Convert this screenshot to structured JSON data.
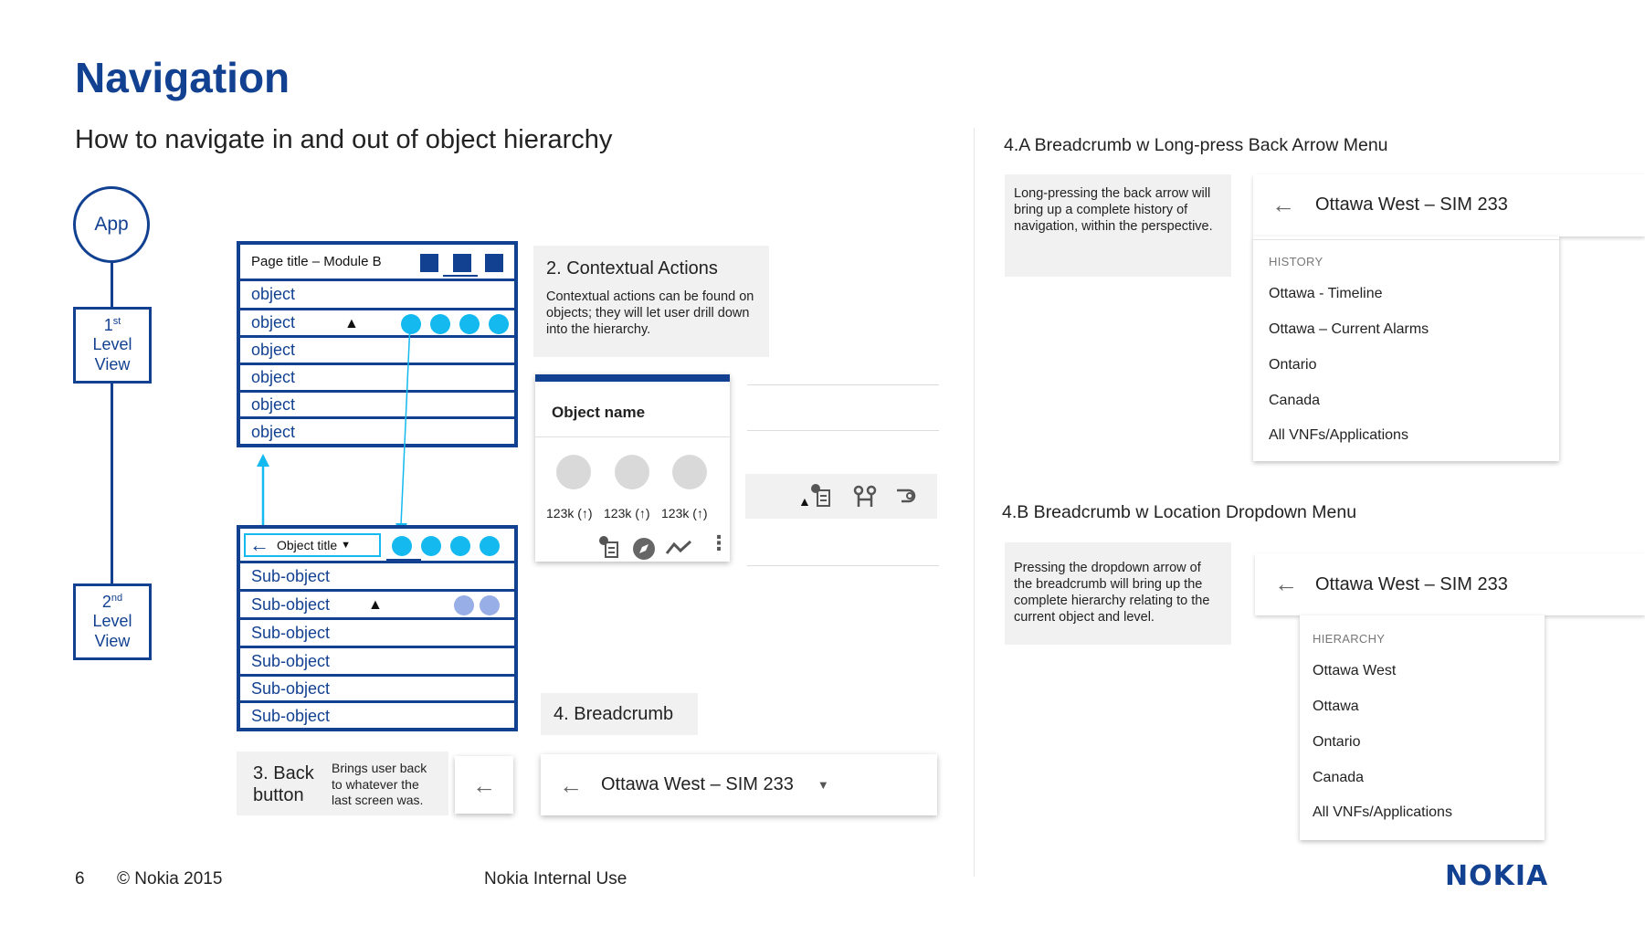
{
  "page": {
    "title": "Navigation",
    "subtitle": "How to navigate in and out of object hierarchy"
  },
  "hierarchy": {
    "app_label": "App",
    "level1": {
      "num": "1",
      "sup": "st",
      "line1": "Level",
      "line2": "View"
    },
    "level2": {
      "num": "2",
      "sup": "nd",
      "line1": "Level",
      "line2": "View"
    }
  },
  "module_a": {
    "header": "Page title – Module B",
    "rows": [
      "object",
      "object",
      "object",
      "object",
      "object",
      "object"
    ]
  },
  "module_b": {
    "header": "Object title",
    "rows": [
      "Sub-object",
      "Sub-object",
      "Sub-object",
      "Sub-object",
      "Sub-object",
      "Sub-object"
    ]
  },
  "contextual": {
    "heading": "2. Contextual Actions",
    "body": "Contextual actions can be found on objects; they will let user drill down into the hierarchy."
  },
  "object_card": {
    "name": "Object name",
    "stats": [
      "123k (↑)",
      "123k (↑)",
      "123k (↑)"
    ]
  },
  "back_button": {
    "heading_line1": "3. Back",
    "heading_line2": "button",
    "body": "Brings user back to whatever the last screen was."
  },
  "breadcrumb": {
    "heading": "4. Breadcrumb",
    "text": "Ottawa West – SIM 233"
  },
  "section_4a": {
    "heading": "4.A Breadcrumb w Long-press Back Arrow Menu",
    "note": "Long-pressing the back arrow will bring up a complete history of navigation, within the perspective.",
    "bar_text": "Ottawa West – SIM 233",
    "menu_label": "HISTORY",
    "items": [
      "Ottawa - Timeline",
      "Ottawa – Current Alarms",
      "Ontario",
      "Canada",
      "All VNFs/Applications"
    ]
  },
  "section_4b": {
    "heading": "4.B Breadcrumb w Location Dropdown Menu",
    "note": "Pressing the dropdown arrow of the breadcrumb will bring up the complete hierarchy relating to the current object and level.",
    "bar_text": "Ottawa West – SIM 233",
    "menu_label": "HIERARCHY",
    "items": [
      "Ottawa West",
      "Ottawa",
      "Ontario",
      "Canada",
      "All VNFs/Applications"
    ]
  },
  "footer": {
    "page_number": "6",
    "copyright": "© Nokia 2015",
    "classification": "Nokia Internal Use",
    "logo_text": "NOKIA"
  },
  "colors": {
    "brand_navy": "#124191",
    "accent_cyan": "#14b9f0",
    "muted_blue": "#98aee6"
  }
}
